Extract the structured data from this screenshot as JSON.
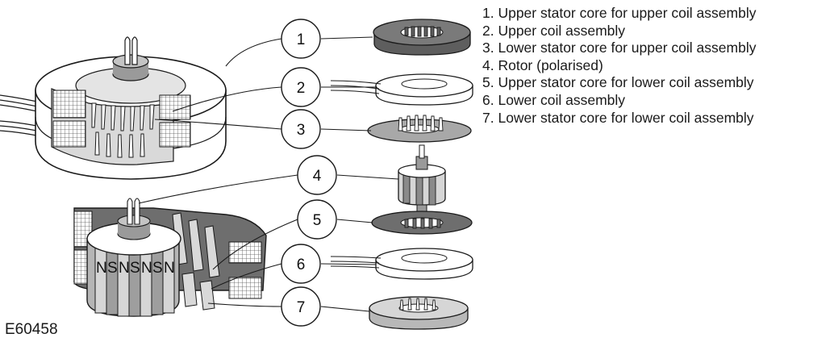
{
  "figure_id": "E60458",
  "legend": [
    "1. Upper stator core for upper coil assembly",
    "2. Upper coil assembly",
    "3. Lower stator core for upper coil assembly",
    "4. Rotor (polarised)",
    "5. Upper stator core for lower coil assembly",
    "6. Lower coil assembly",
    "7. Lower stator core for lower coil assembly"
  ],
  "callouts": [
    "1",
    "2",
    "3",
    "4",
    "5",
    "6",
    "7"
  ],
  "rotor_magnet_labels": [
    "N",
    "S",
    "N",
    "S",
    "N",
    "S",
    "N"
  ],
  "colors": {
    "line": "#1a1a1a",
    "dark_gray": "#6e6e6e",
    "mid_gray": "#a8a8a8",
    "light_gray": "#d6d6d6",
    "white": "#ffffff"
  }
}
